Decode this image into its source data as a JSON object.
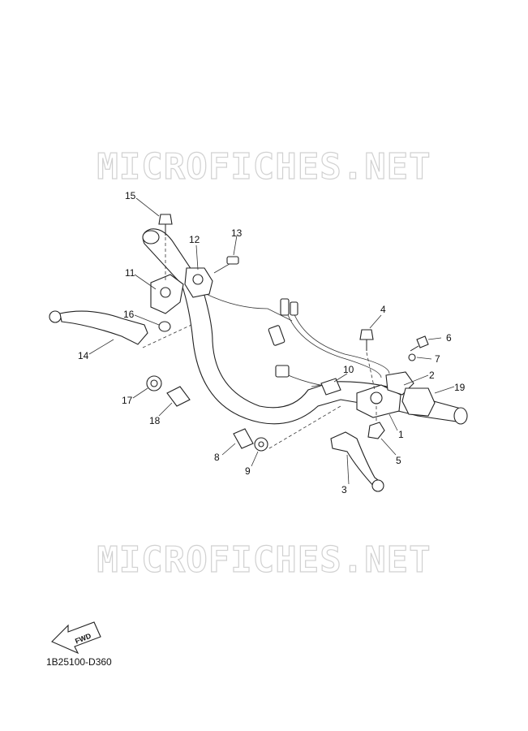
{
  "watermark_text": "MICROFICHES.NET",
  "reference_code": "1B25100-D360",
  "fwd_label": "FWD",
  "part_labels": [
    "1",
    "2",
    "3",
    "4",
    "5",
    "6",
    "7",
    "8",
    "9",
    "10",
    "11",
    "12",
    "13",
    "14",
    "15",
    "16",
    "17",
    "18",
    "19"
  ]
}
